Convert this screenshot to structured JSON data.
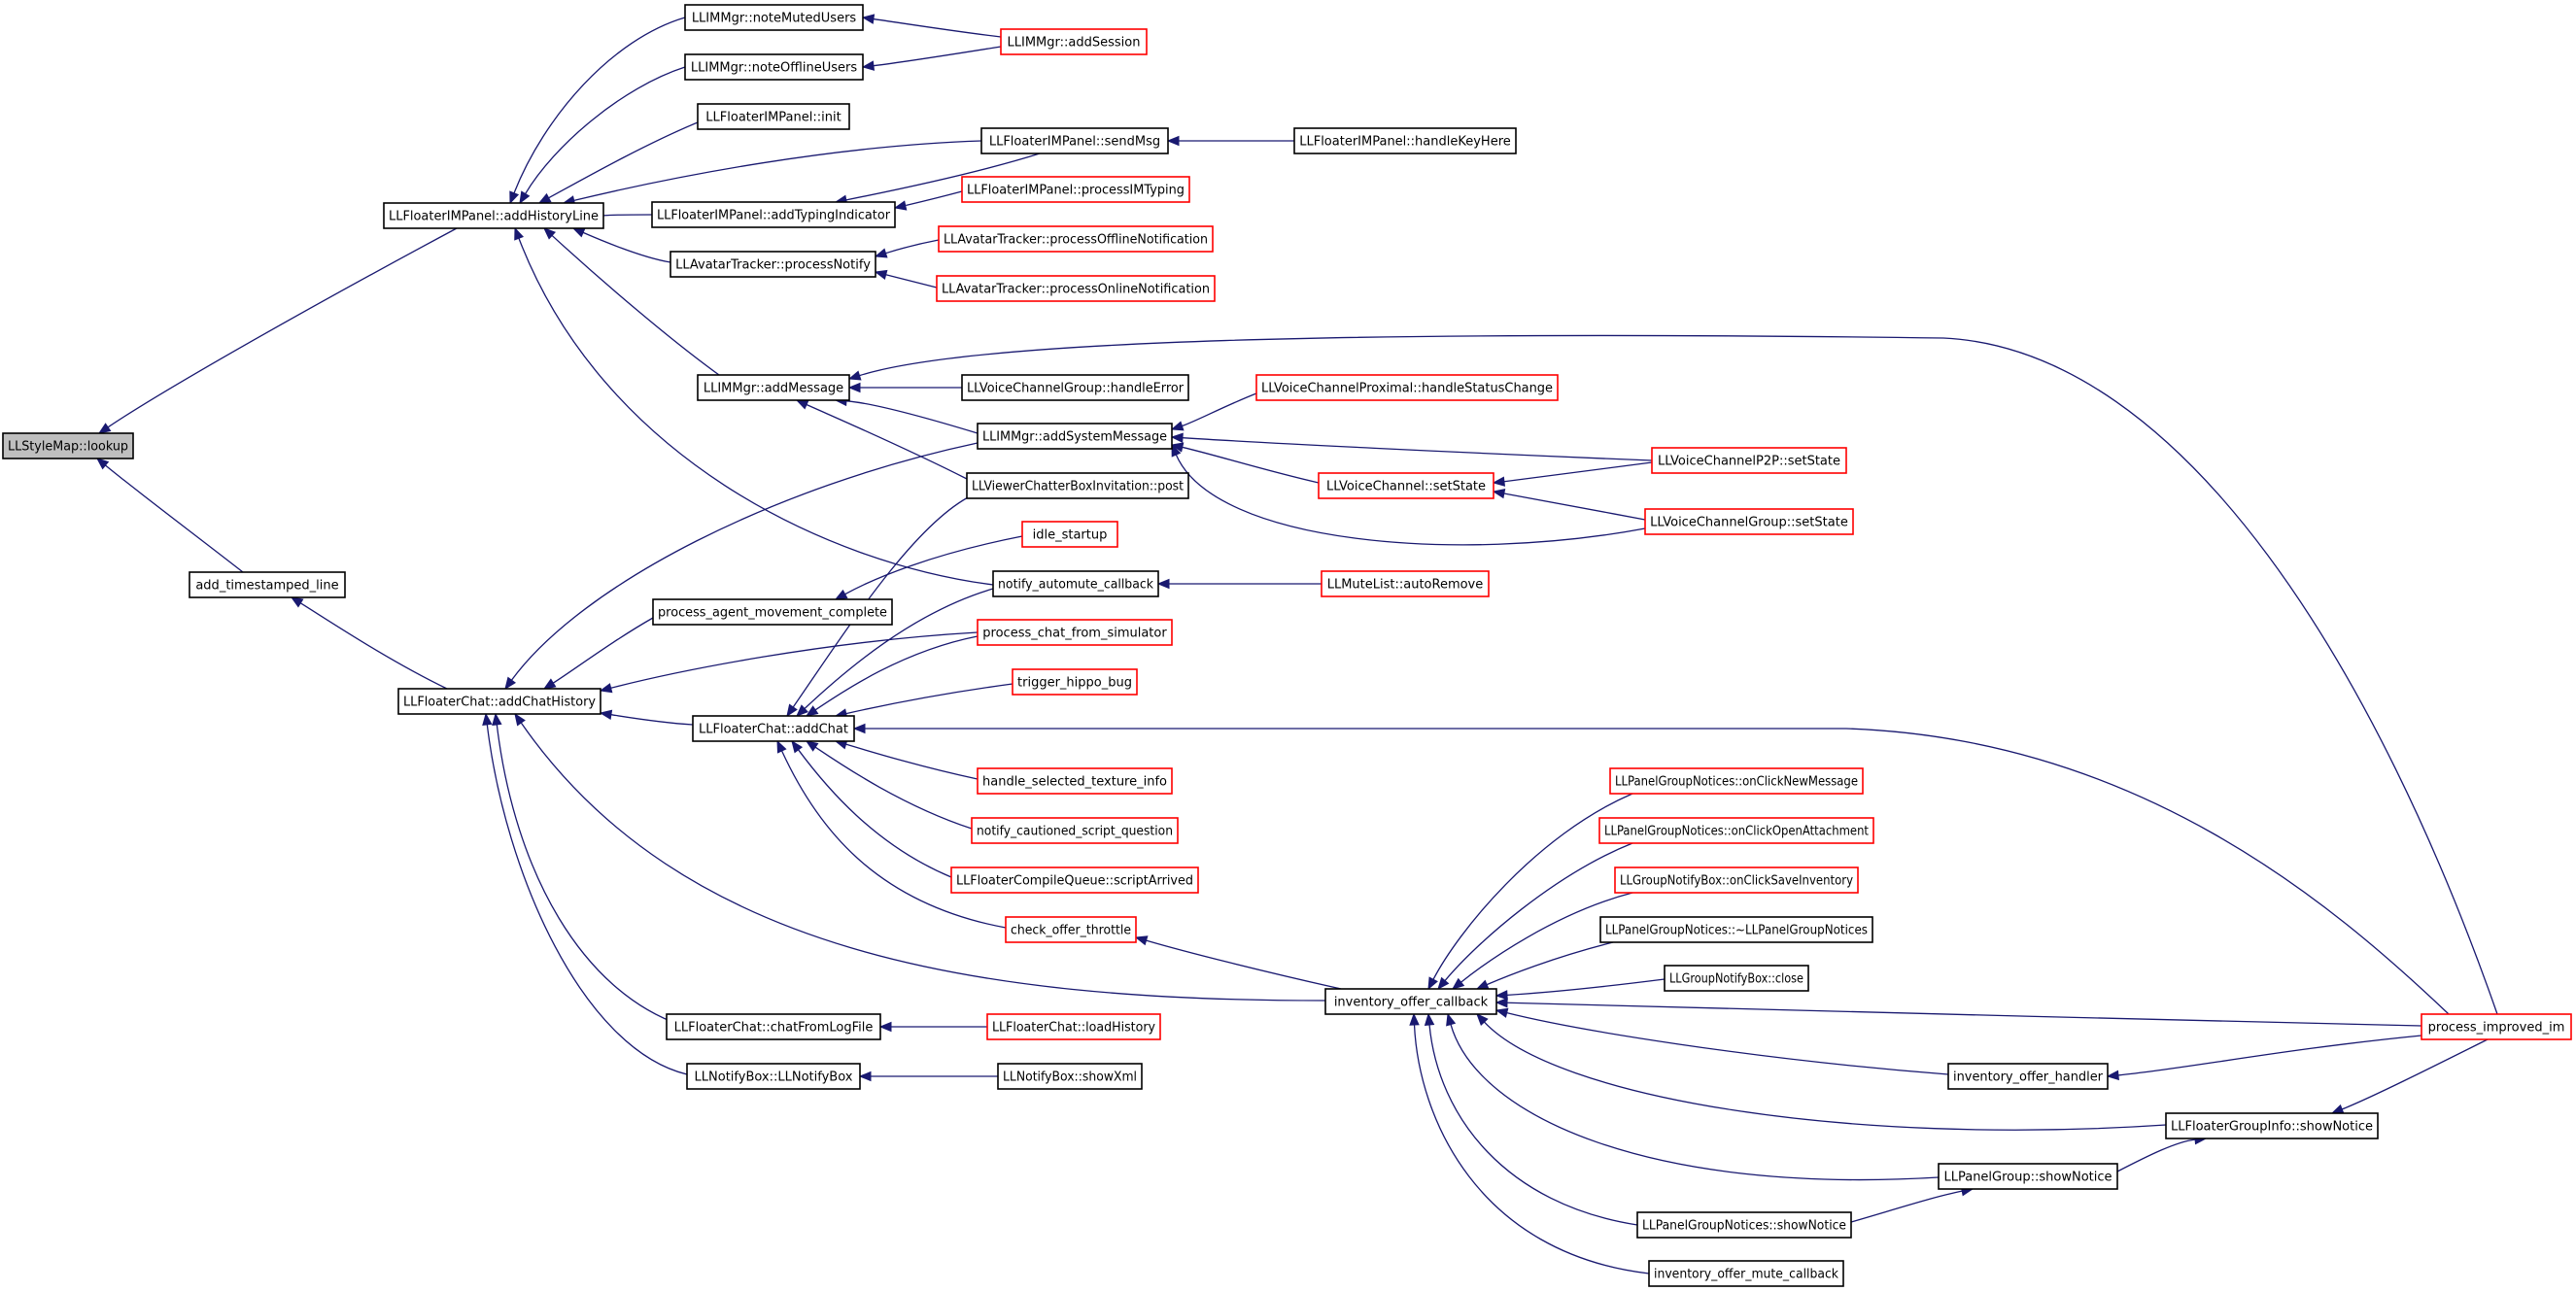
{
  "colors": {
    "edge": "#191970",
    "root_fill": "#bfbfbf",
    "border_default": "#000000",
    "border_truncated": "#ff0000",
    "node_fill": "#ffffff"
  },
  "nodes": [
    {
      "id": "root",
      "label": "LLStyleMap::lookup",
      "style": "root"
    },
    {
      "id": "addHistoryLine",
      "label": "LLFloaterIMPanel::addHistoryLine",
      "style": "normal"
    },
    {
      "id": "add_ts",
      "label": "add_timestamped_line",
      "style": "normal"
    },
    {
      "id": "noteMuted",
      "label": "LLIMMgr::noteMutedUsers",
      "style": "normal"
    },
    {
      "id": "noteOffline",
      "label": "LLIMMgr::noteOfflineUsers",
      "style": "normal"
    },
    {
      "id": "addSession",
      "label": "LLIMMgr::addSession",
      "style": "truncated"
    },
    {
      "id": "imInit",
      "label": "LLFloaterIMPanel::init",
      "style": "normal"
    },
    {
      "id": "sendMsg",
      "label": "LLFloaterIMPanel::sendMsg",
      "style": "normal"
    },
    {
      "id": "handleKeyHere",
      "label": "LLFloaterIMPanel::handleKeyHere",
      "style": "normal"
    },
    {
      "id": "addTyping",
      "label": "LLFloaterIMPanel::addTypingIndicator",
      "style": "normal"
    },
    {
      "id": "processIMTyping",
      "label": "LLFloaterIMPanel::processIMTyping",
      "style": "truncated"
    },
    {
      "id": "processNotify",
      "label": "LLAvatarTracker::processNotify",
      "style": "normal"
    },
    {
      "id": "procOffline",
      "label": "LLAvatarTracker::processOfflineNotification",
      "style": "truncated"
    },
    {
      "id": "procOnline",
      "label": "LLAvatarTracker::processOnlineNotification",
      "style": "truncated"
    },
    {
      "id": "addMessage",
      "label": "LLIMMgr::addMessage",
      "style": "normal"
    },
    {
      "id": "vcgHandleError",
      "label": "LLVoiceChannelGroup::handleError",
      "style": "normal"
    },
    {
      "id": "vcpHandleStatus",
      "label": "LLVoiceChannelProximal::handleStatusChange",
      "style": "truncated"
    },
    {
      "id": "addSystemMessage",
      "label": "LLIMMgr::addSystemMessage",
      "style": "normal"
    },
    {
      "id": "vcP2PSetState",
      "label": "LLVoiceChannelP2P::setState",
      "style": "truncated"
    },
    {
      "id": "vcSetState",
      "label": "LLVoiceChannel::setState",
      "style": "truncated"
    },
    {
      "id": "vcGroupSetState",
      "label": "LLVoiceChannelGroup::setState",
      "style": "truncated"
    },
    {
      "id": "chatterPost",
      "label": "LLViewerChatterBoxInvitation::post",
      "style": "normal"
    },
    {
      "id": "idleStartup",
      "label": "idle_startup",
      "style": "truncated"
    },
    {
      "id": "automuteCb",
      "label": "notify_automute_callback",
      "style": "normal"
    },
    {
      "id": "autoRemove",
      "label": "LLMuteList::autoRemove",
      "style": "truncated"
    },
    {
      "id": "procAgentMove",
      "label": "process_agent_movement_complete",
      "style": "normal"
    },
    {
      "id": "addChatHistory",
      "label": "LLFloaterChat::addChatHistory",
      "style": "normal"
    },
    {
      "id": "procChatSim",
      "label": "process_chat_from_simulator",
      "style": "truncated"
    },
    {
      "id": "hippoBug",
      "label": "trigger_hippo_bug",
      "style": "truncated"
    },
    {
      "id": "addChat",
      "label": "LLFloaterChat::addChat",
      "style": "normal"
    },
    {
      "id": "handleTexInfo",
      "label": "handle_selected_texture_info",
      "style": "truncated"
    },
    {
      "id": "cautionedScript",
      "label": "notify_cautioned_script_question",
      "style": "truncated"
    },
    {
      "id": "scriptArrived",
      "label": "LLFloaterCompileQueue::scriptArrived",
      "style": "truncated"
    },
    {
      "id": "checkThrottle",
      "label": "check_offer_throttle",
      "style": "truncated"
    },
    {
      "id": "invOfferCb",
      "label": "inventory_offer_callback",
      "style": "normal"
    },
    {
      "id": "pgnNewMsg",
      "label": "LLPanelGroupNotices::onClickNewMessage",
      "style": "truncated"
    },
    {
      "id": "pgnOpenAttach",
      "label": "LLPanelGroupNotices::onClickOpenAttachment",
      "style": "truncated"
    },
    {
      "id": "gnbSaveInv",
      "label": "LLGroupNotifyBox::onClickSaveInventory",
      "style": "truncated"
    },
    {
      "id": "pgnDtor",
      "label": "LLPanelGroupNotices::~LLPanelGroupNotices",
      "style": "normal"
    },
    {
      "id": "gnbClose",
      "label": "LLGroupNotifyBox::close",
      "style": "normal"
    },
    {
      "id": "processImprovedIm",
      "label": "process_improved_im",
      "style": "truncated"
    },
    {
      "id": "invOfferHandler",
      "label": "inventory_offer_handler",
      "style": "normal"
    },
    {
      "id": "fgiShowNotice",
      "label": "LLFloaterGroupInfo::showNotice",
      "style": "normal"
    },
    {
      "id": "pgShowNotice",
      "label": "LLPanelGroup::showNotice",
      "style": "normal"
    },
    {
      "id": "pgnShowNotice",
      "label": "LLPanelGroupNotices::showNotice",
      "style": "normal"
    },
    {
      "id": "invMuteCb",
      "label": "inventory_offer_mute_callback",
      "style": "normal"
    },
    {
      "id": "chatFromLog",
      "label": "LLFloaterChat::chatFromLogFile",
      "style": "normal"
    },
    {
      "id": "loadHistory",
      "label": "LLFloaterChat::loadHistory",
      "style": "truncated"
    },
    {
      "id": "notifyBoxCtor",
      "label": "LLNotifyBox::LLNotifyBox",
      "style": "normal"
    },
    {
      "id": "showXml",
      "label": "LLNotifyBox::showXml",
      "style": "normal"
    }
  ],
  "edges": [
    {
      "from": "addHistoryLine",
      "to": "root"
    },
    {
      "from": "add_ts",
      "to": "root"
    },
    {
      "from": "noteMuted",
      "to": "addHistoryLine"
    },
    {
      "from": "noteOffline",
      "to": "addHistoryLine"
    },
    {
      "from": "imInit",
      "to": "addHistoryLine"
    },
    {
      "from": "sendMsg",
      "to": "addHistoryLine"
    },
    {
      "from": "addTyping",
      "to": "addHistoryLine"
    },
    {
      "from": "processNotify",
      "to": "addHistoryLine"
    },
    {
      "from": "addMessage",
      "to": "addHistoryLine"
    },
    {
      "from": "automuteCb",
      "to": "addHistoryLine"
    },
    {
      "from": "addSession",
      "to": "noteMuted"
    },
    {
      "from": "addSession",
      "to": "noteOffline"
    },
    {
      "from": "handleKeyHere",
      "to": "sendMsg"
    },
    {
      "from": "sendMsg",
      "to": "addTyping"
    },
    {
      "from": "processIMTyping",
      "to": "addTyping"
    },
    {
      "from": "procOffline",
      "to": "processNotify"
    },
    {
      "from": "procOnline",
      "to": "processNotify"
    },
    {
      "from": "vcgHandleError",
      "to": "addMessage"
    },
    {
      "from": "addSystemMessage",
      "to": "addMessage"
    },
    {
      "from": "chatterPost",
      "to": "addMessage"
    },
    {
      "from": "processImprovedIm",
      "to": "addMessage"
    },
    {
      "from": "vcpHandleStatus",
      "to": "addSystemMessage"
    },
    {
      "from": "vcP2PSetState",
      "to": "addSystemMessage"
    },
    {
      "from": "vcSetState",
      "to": "addSystemMessage"
    },
    {
      "from": "vcGroupSetState",
      "to": "addSystemMessage"
    },
    {
      "from": "vcP2PSetState",
      "to": "vcSetState"
    },
    {
      "from": "vcGroupSetState",
      "to": "vcSetState"
    },
    {
      "from": "autoRemove",
      "to": "automuteCb"
    },
    {
      "from": "idleStartup",
      "to": "procAgentMove"
    },
    {
      "from": "addChatHistory",
      "to": "add_ts"
    },
    {
      "from": "addSystemMessage",
      "to": "addChatHistory"
    },
    {
      "from": "procAgentMove",
      "to": "addChatHistory"
    },
    {
      "from": "procChatSim",
      "to": "addChatHistory"
    },
    {
      "from": "addChat",
      "to": "addChatHistory"
    },
    {
      "from": "invOfferCb",
      "to": "addChatHistory"
    },
    {
      "from": "chatFromLog",
      "to": "addChatHistory"
    },
    {
      "from": "notifyBoxCtor",
      "to": "addChatHistory"
    },
    {
      "from": "chatterPost",
      "to": "addChat"
    },
    {
      "from": "automuteCb",
      "to": "addChat"
    },
    {
      "from": "procChatSim",
      "to": "addChat"
    },
    {
      "from": "hippoBug",
      "to": "addChat"
    },
    {
      "from": "processImprovedIm",
      "to": "addChat"
    },
    {
      "from": "handleTexInfo",
      "to": "addChat"
    },
    {
      "from": "cautionedScript",
      "to": "addChat"
    },
    {
      "from": "scriptArrived",
      "to": "addChat"
    },
    {
      "from": "checkThrottle",
      "to": "addChat"
    },
    {
      "from": "invOfferCb",
      "to": "checkThrottle"
    },
    {
      "from": "pgnNewMsg",
      "to": "invOfferCb"
    },
    {
      "from": "pgnOpenAttach",
      "to": "invOfferCb"
    },
    {
      "from": "gnbSaveInv",
      "to": "invOfferCb"
    },
    {
      "from": "pgnDtor",
      "to": "invOfferCb"
    },
    {
      "from": "gnbClose",
      "to": "invOfferCb"
    },
    {
      "from": "processImprovedIm",
      "to": "invOfferCb"
    },
    {
      "from": "invOfferHandler",
      "to": "invOfferCb"
    },
    {
      "from": "fgiShowNotice",
      "to": "invOfferCb"
    },
    {
      "from": "pgShowNotice",
      "to": "invOfferCb"
    },
    {
      "from": "pgnShowNotice",
      "to": "invOfferCb"
    },
    {
      "from": "invMuteCb",
      "to": "invOfferCb"
    },
    {
      "from": "processImprovedIm",
      "to": "invOfferHandler"
    },
    {
      "from": "processImprovedIm",
      "to": "fgiShowNotice"
    },
    {
      "from": "pgShowNotice",
      "to": "fgiShowNotice"
    },
    {
      "from": "pgnShowNotice",
      "to": "pgShowNotice"
    },
    {
      "from": "loadHistory",
      "to": "chatFromLog"
    },
    {
      "from": "showXml",
      "to": "notifyBoxCtor"
    }
  ]
}
